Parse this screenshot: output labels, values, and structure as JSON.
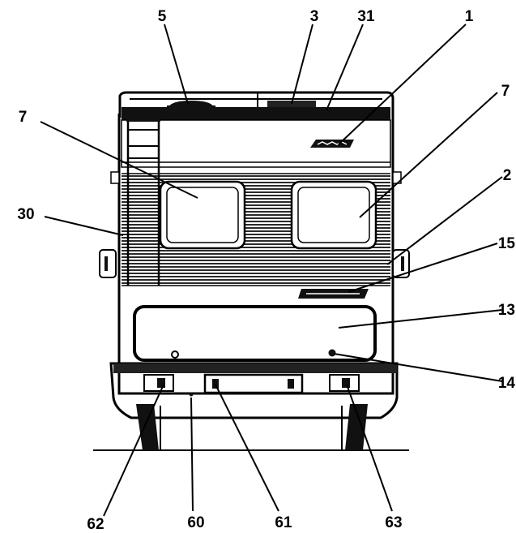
{
  "callouts": [
    {
      "id": "c5",
      "label": "5"
    },
    {
      "id": "c3",
      "label": "3"
    },
    {
      "id": "c31",
      "label": "31"
    },
    {
      "id": "c1",
      "label": "1"
    },
    {
      "id": "c7l",
      "label": "7"
    },
    {
      "id": "c7r",
      "label": "7"
    },
    {
      "id": "c2",
      "label": "2"
    },
    {
      "id": "c30",
      "label": "30"
    },
    {
      "id": "c15",
      "label": "15"
    },
    {
      "id": "c13",
      "label": "13"
    },
    {
      "id": "c14",
      "label": "14"
    },
    {
      "id": "c62",
      "label": "62"
    },
    {
      "id": "c60",
      "label": "60"
    },
    {
      "id": "c61",
      "label": "61"
    },
    {
      "id": "c63",
      "label": "63"
    }
  ],
  "colors": {
    "ink": "#000000",
    "paper": "#ffffff",
    "stripe": "#3a3a3a"
  }
}
